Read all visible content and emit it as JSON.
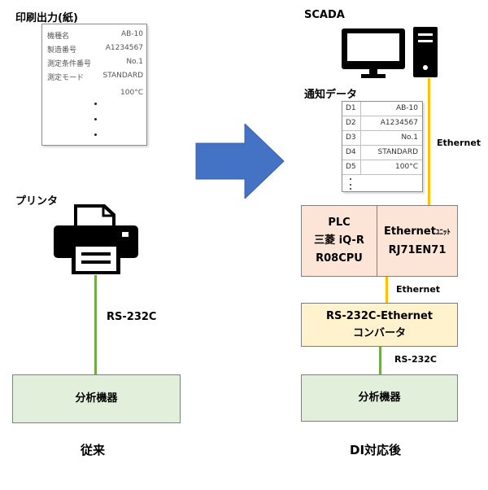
{
  "before": {
    "printout_title": "印刷出力(紙)",
    "printout_rows": [
      {
        "key": "機種名",
        "value": "AB-10"
      },
      {
        "key": "製造番号",
        "value": "A1234567"
      },
      {
        "key": "測定条件番号",
        "value": "No.1"
      },
      {
        "key": "測定モード",
        "value": "STANDARD"
      },
      {
        "key": "",
        "value": "100°C"
      }
    ],
    "printer_label": "プリンタ",
    "link_label": "RS-232C",
    "analyzer_label": "分析機器",
    "caption": "従来"
  },
  "after": {
    "scada_label": "SCADA",
    "data_title": "通知データ",
    "data_rows": [
      {
        "id": "D1",
        "value": "AB-10"
      },
      {
        "id": "D2",
        "value": "A1234567"
      },
      {
        "id": "D3",
        "value": "No.1"
      },
      {
        "id": "D4",
        "value": "STANDARD"
      },
      {
        "id": "D5",
        "value": "100°C"
      }
    ],
    "ethernet_label_top": "Ethernet",
    "plc_lines": [
      "PLC",
      "三菱 iQ-R",
      "R08CPU"
    ],
    "eth_unit_line1_main": "Ethernet",
    "eth_unit_line1_small": "ﾕﾆｯﾄ",
    "eth_unit_line2": "RJ71EN71",
    "ethernet_label_mid": "Ethernet",
    "converter_lines": [
      "RS-232C-Ethernet",
      "コンバータ"
    ],
    "rs232c_label": "RS-232C",
    "analyzer_label": "分析機器",
    "caption": "DI対応後"
  },
  "colors": {
    "arrow": "#4472c4",
    "rs232c_line": "#70ad47",
    "ethernet_line": "#ffc000",
    "analyzer_fill": "#e2efda",
    "plc_fill": "#fce4d6",
    "converter_fill": "#fff2cc"
  }
}
